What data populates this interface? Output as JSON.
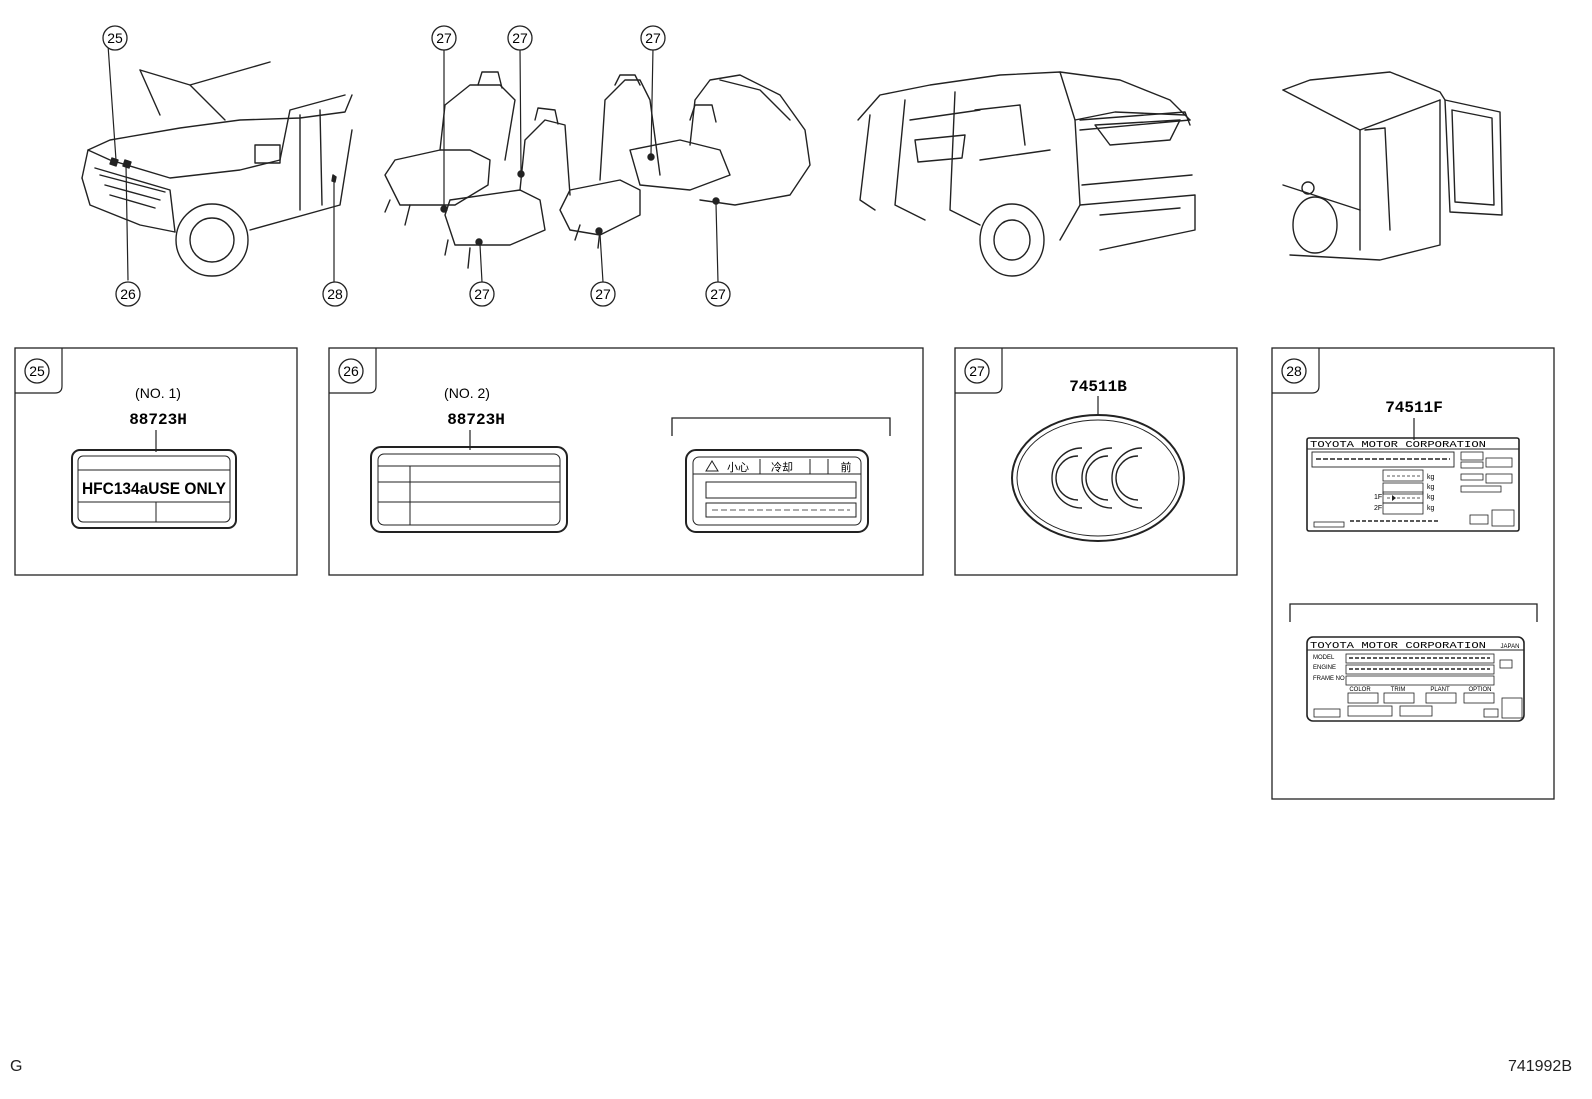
{
  "callouts": {
    "c25": "25",
    "c26": "26",
    "c27": "27",
    "c28": "28"
  },
  "panels": {
    "p25": {
      "index": "25",
      "sub": "(NO. 1)",
      "part_no": "88723H",
      "label_text": "HFC134aUSE ONLY"
    },
    "p26": {
      "index": "26",
      "sub": "(NO. 2)",
      "part_no": "88723H",
      "warn_a": "小心",
      "warn_b": "冷却",
      "warn_c": "前"
    },
    "p27": {
      "index": "27",
      "part_no": "74511B"
    },
    "p28": {
      "index": "28",
      "part_no": "74511F",
      "plate_a_title": "TOYOTA MOTOR CORPORATION",
      "plate_a_units": [
        "kg",
        "kg",
        "kg",
        "kg"
      ],
      "plate_a_axles": [
        "1F",
        "2F"
      ],
      "plate_b_title": "TOYOTA MOTOR CORPORATION",
      "plate_b_country": "JAPAN",
      "plate_b_rows": [
        "MODEL",
        "ENGINE",
        "FRAME NO"
      ],
      "plate_b_fields": [
        "COLOR",
        "TRIM",
        "PLANT",
        "OPTION"
      ]
    }
  },
  "footer": {
    "left": "G",
    "right": "741992B"
  }
}
